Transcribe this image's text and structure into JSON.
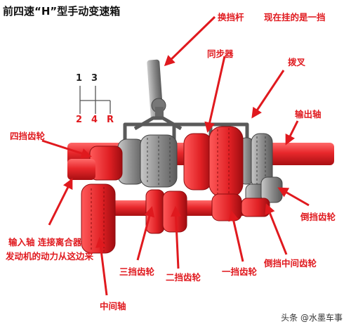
{
  "title": "前四速“H”型手动变速箱",
  "shift_pattern": {
    "top": [
      "1",
      "3"
    ],
    "bottom": [
      "2",
      "4",
      "R"
    ]
  },
  "labels": {
    "shift_lever": "换挡杆",
    "current_gear": "现在挂的是一挡",
    "synchronizer": "同步器",
    "shift_fork": "拨叉",
    "output_shaft": "输出轴",
    "fourth_gear": "四挡齿轮",
    "input_shaft": "输入轴  连接离合器",
    "engine_power": "发动机的动力从这边来",
    "third_gear": "三挡齿轮",
    "second_gear": "二挡齿轮",
    "first_gear": "一挡齿轮",
    "reverse_gear": "倒挡齿轮",
    "reverse_idler": "倒挡中间齿轮",
    "countershaft": "中间轴"
  },
  "watermark": "头条 @水墨车事",
  "colors": {
    "label": "#e0191e",
    "gear_red": "#e8282c",
    "gear_gray": "#8d8d8d",
    "frame": "#555555"
  }
}
